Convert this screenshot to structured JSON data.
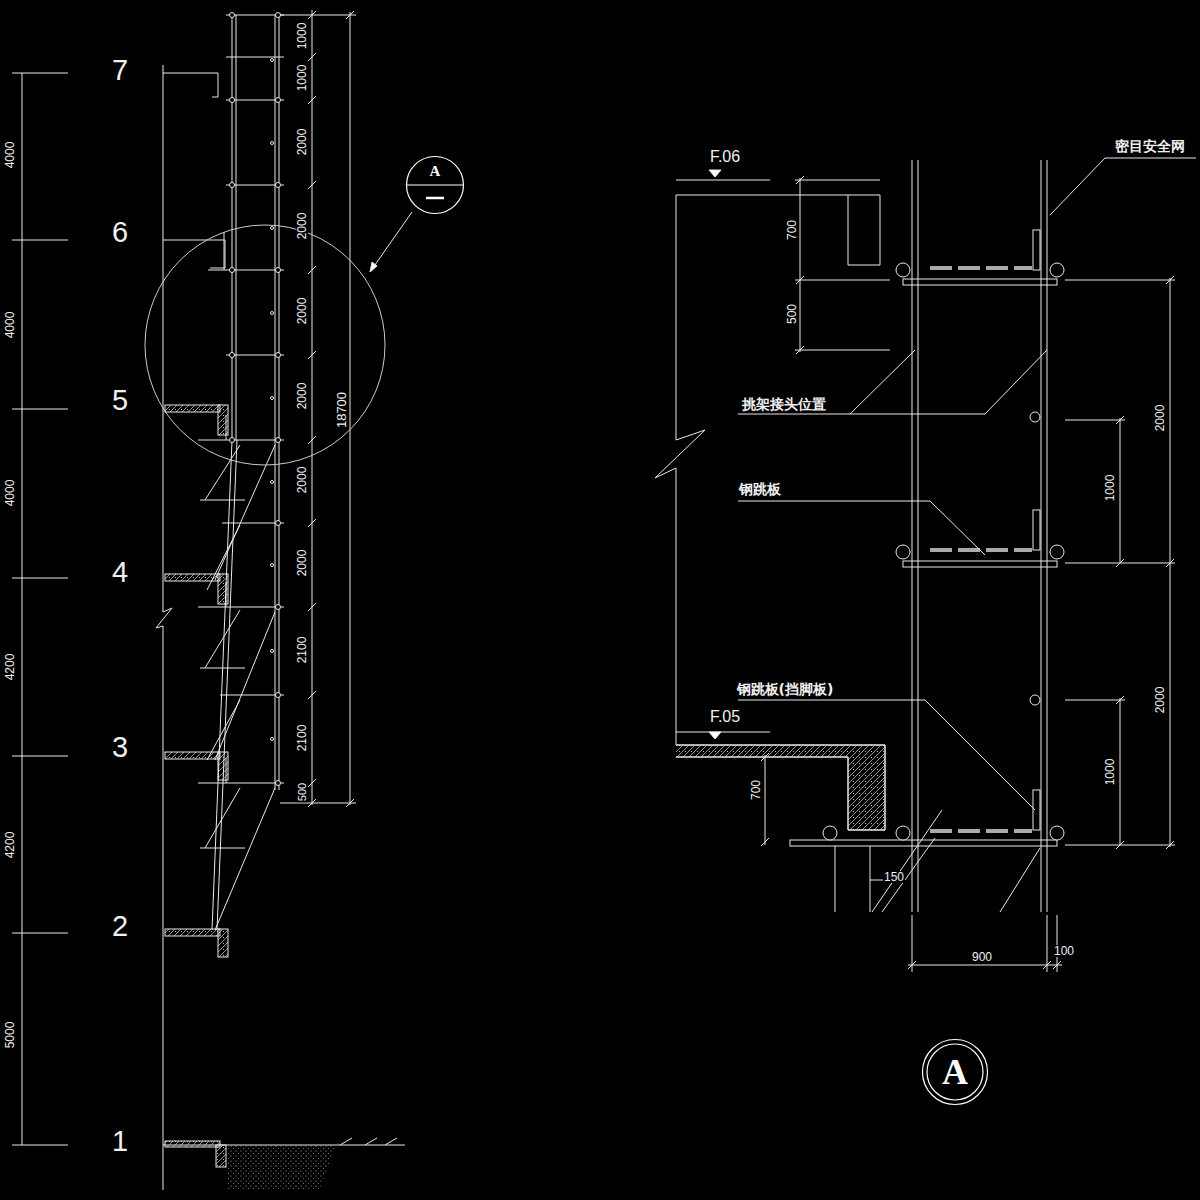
{
  "diagram": {
    "nodes": [
      {
        "text": [
          "A"
        ]
      },
      {
        "text": [
          "A"
        ]
      }
    ],
    "labels": [
      "7",
      "6",
      "5",
      "4",
      "3",
      "2",
      "1",
      "4000",
      "4000",
      "4000",
      "4200",
      "4200",
      "5000",
      "1000",
      "1000",
      "2000",
      "2000",
      "2000",
      "2000",
      "2000",
      "2000",
      "2100",
      "2100",
      "500",
      "18700",
      "F.06",
      "700",
      "500",
      "挑架接头位置",
      "钢跳板",
      "钢跳板(挡脚板)",
      "F.05",
      "700",
      "150",
      "900",
      "100",
      "2000",
      "1000",
      "2000",
      "1000",
      "密目安全网"
    ]
  }
}
